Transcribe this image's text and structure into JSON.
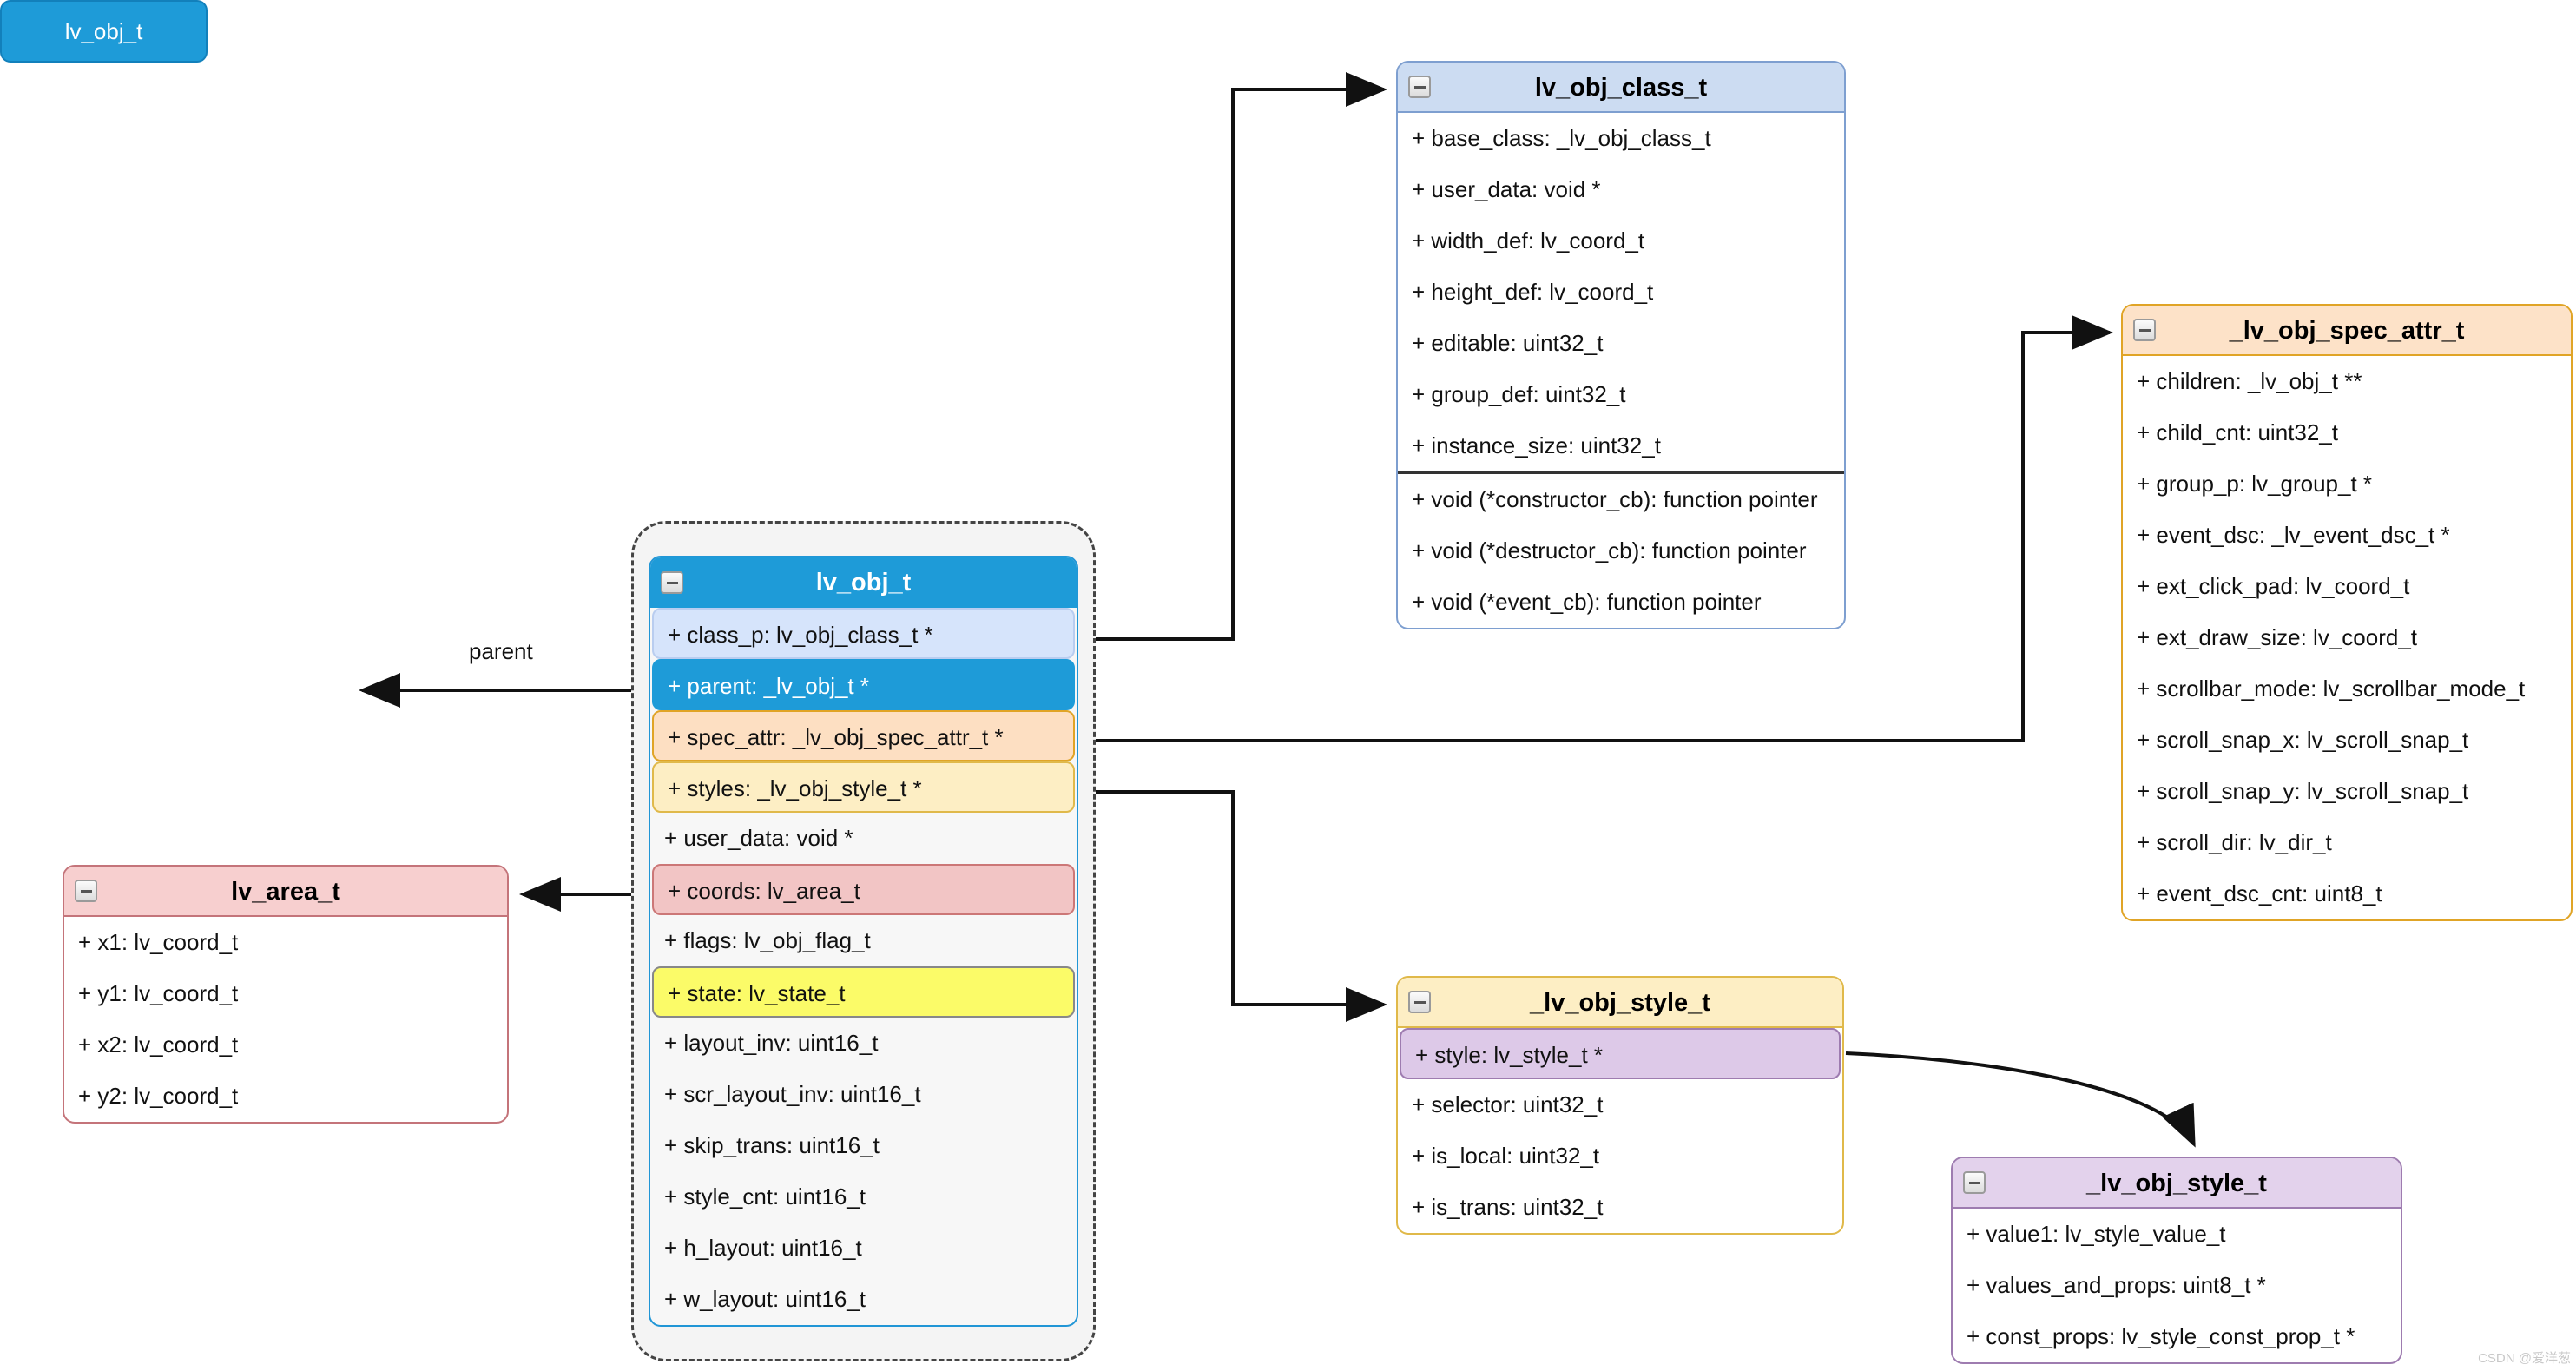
{
  "diagram": {
    "title": "LVGL lv_obj_t UML class diagram",
    "watermark": "CSDN @爱洋葱",
    "collapse_icon": "minus-icon",
    "edge_labels": {
      "parent": "parent"
    },
    "colors": {
      "blue_header": "#1e9bd8",
      "blue_light_header": "#ccdcf2",
      "orange_header": "#fde2c8",
      "yellow_header": "#fdeec4",
      "red_header": "#f7cfcf",
      "purple_header": "#e3d2ec",
      "state_yellow": "#fbfb68",
      "coords_red": "#f2c5c5",
      "classp_blue": "#d6e4fb",
      "style_purple": "#ddc9e8"
    }
  },
  "boxes": {
    "obj_class": {
      "name": "lv_obj_class_t",
      "attributes": [
        "+ base_class: _lv_obj_class_t",
        "+ user_data: void *",
        "+ width_def: lv_coord_t",
        "+ height_def: lv_coord_t",
        "+ editable: uint32_t",
        "+ group_def: uint32_t",
        "+ instance_size: uint32_t"
      ],
      "methods": [
        "+ void (*constructor_cb): function pointer",
        "+ void (*destructor_cb): function pointer",
        "+ void (*event_cb): function pointer"
      ]
    },
    "spec_attr": {
      "name": "_lv_obj_spec_attr_t",
      "attributes": [
        "+ children: _lv_obj_t **",
        "+ child_cnt: uint32_t",
        "+ group_p: lv_group_t *",
        "+ event_dsc: _lv_event_dsc_t *",
        "+ ext_click_pad: lv_coord_t",
        "+ ext_draw_size: lv_coord_t",
        "+ scrollbar_mode: lv_scrollbar_mode_t",
        "+ scroll_snap_x: lv_scroll_snap_t",
        "+ scroll_snap_y: lv_scroll_snap_t",
        "+ scroll_dir: lv_dir_t",
        "+ event_dsc_cnt: uint8_t"
      ]
    },
    "obj_t": {
      "name": "lv_obj_t",
      "attributes": [
        {
          "text": "+ class_p: lv_obj_class_t *",
          "style": "r-classp"
        },
        {
          "text": "+ parent: _lv_obj_t *",
          "style": "r-parent"
        },
        {
          "text": "+ spec_attr: _lv_obj_spec_attr_t *",
          "style": "r-spec"
        },
        {
          "text": "+ styles: _lv_obj_style_t *",
          "style": "r-styles"
        },
        {
          "text": "+ user_data: void *",
          "style": ""
        },
        {
          "text": "+ coords: lv_area_t",
          "style": "r-coords"
        },
        {
          "text": "+ flags: lv_obj_flag_t",
          "style": ""
        },
        {
          "text": "+ state: lv_state_t",
          "style": "r-state"
        },
        {
          "text": "+ layout_inv: uint16_t",
          "style": ""
        },
        {
          "text": "+ scr_layout_inv: uint16_t",
          "style": ""
        },
        {
          "text": "+ skip_trans: uint16_t",
          "style": ""
        },
        {
          "text": "+ style_cnt: uint16_t",
          "style": ""
        },
        {
          "text": "+ h_layout: uint16_t",
          "style": ""
        },
        {
          "text": "+ w_layout: uint16_t",
          "style": ""
        }
      ]
    },
    "obj_parent": {
      "name": "lv_obj_t"
    },
    "area": {
      "name": "lv_area_t",
      "attributes": [
        "+ x1: lv_coord_t",
        "+ y1: lv_coord_t",
        "+ x2: lv_coord_t",
        "+ y2: lv_coord_t"
      ]
    },
    "obj_style_mid": {
      "name": "_lv_obj_style_t",
      "attributes": [
        {
          "text": "+ style: lv_style_t *",
          "style": "r-style-p"
        },
        {
          "text": "+ selector: uint32_t",
          "style": ""
        },
        {
          "text": "+ is_local: uint32_t",
          "style": ""
        },
        {
          "text": "+ is_trans: uint32_t",
          "style": ""
        }
      ]
    },
    "obj_style_purple": {
      "name": "_lv_obj_style_t",
      "attributes": [
        "+ value1: lv_style_value_t",
        "+ values_and_props: uint8_t *",
        "+ const_props: lv_style_const_prop_t *"
      ]
    }
  }
}
